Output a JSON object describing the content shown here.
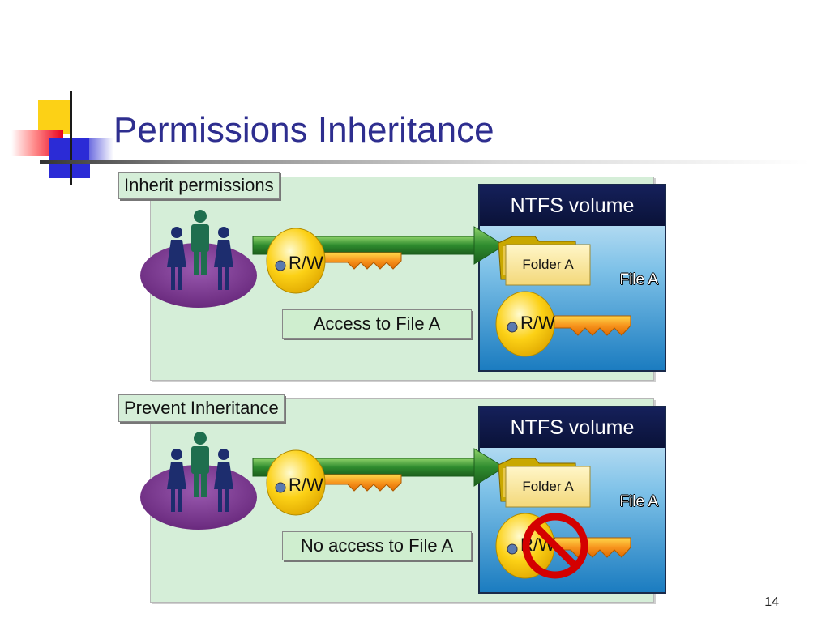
{
  "slide": {
    "title": "Permissions Inheritance",
    "page_number": "14"
  },
  "scenarios": [
    {
      "tag": "Inherit permissions",
      "key_label": "R/W",
      "volume_title": "NTFS volume",
      "folder_label": "Folder A",
      "file_label": "File A",
      "file_key_label": "R/W",
      "result": "Access to File A",
      "blocked": false
    },
    {
      "tag": "Prevent Inheritance",
      "key_label": "R/W",
      "volume_title": "NTFS volume",
      "folder_label": "Folder A",
      "file_label": "File A",
      "file_key_label": "R/W",
      "result": "No access to File A",
      "blocked": true
    }
  ],
  "colors": {
    "title": "#2e2e8f",
    "panel": "#d5eed8",
    "arrow": "#2e8b2e",
    "key_head": "#fcd116",
    "key_blade": "#f7941d",
    "no_symbol": "#d40000"
  },
  "icons": [
    "group-of-people-icon",
    "key-icon",
    "arrow-right-icon",
    "folder-icon",
    "no-symbol-icon"
  ]
}
